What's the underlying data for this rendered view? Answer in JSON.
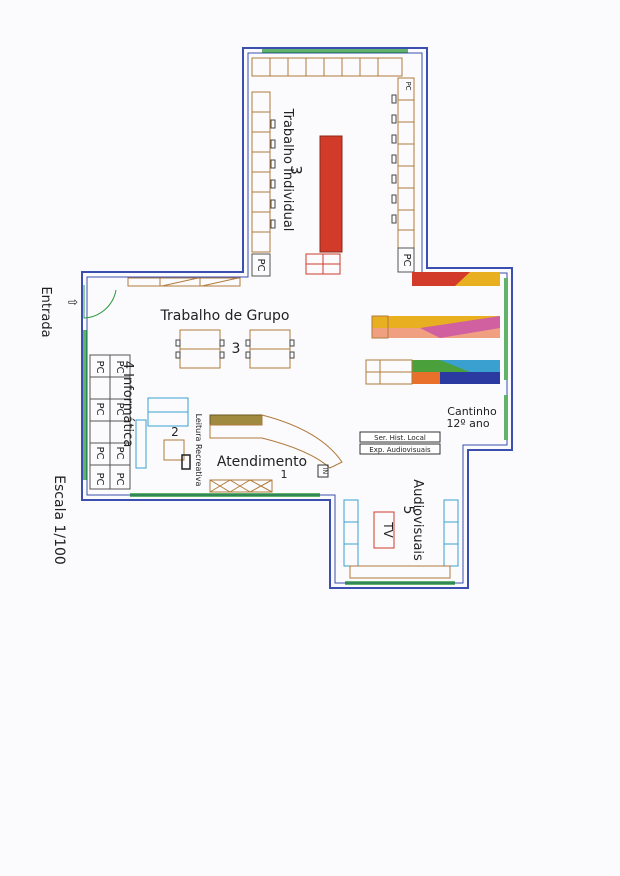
{
  "labels": {
    "work_individual_num": "3",
    "work_individual": "Trabalho Individual",
    "work_group": "Trabalho de Grupo",
    "work_group_num": "3",
    "informatica": "4 Informática",
    "leitura": "Leitura Recreativa",
    "leitura_num": "2",
    "atendimento": "Atendimento",
    "atendimento_num": "1",
    "in": "IN",
    "audiovisuais": "Audiovisuais",
    "audiovisuais_num": "5",
    "tv": "TV",
    "cantinho": "Cantinho",
    "cantinho_ano": "12º ano",
    "ser_hist": "Ser. Hist. Local",
    "exp_audio": "Exp. Audiovisuais",
    "entrada": "Entrada",
    "escala": "Escala 1/100",
    "pc": "PC"
  },
  "colors": {
    "wall": "#3a4fb0",
    "window": "#2e9a3c",
    "furniture": "#b07a3a",
    "pc_desk": "#555555",
    "table_red": "#d23a2a",
    "shelf_blue": "#3aa0d0"
  }
}
